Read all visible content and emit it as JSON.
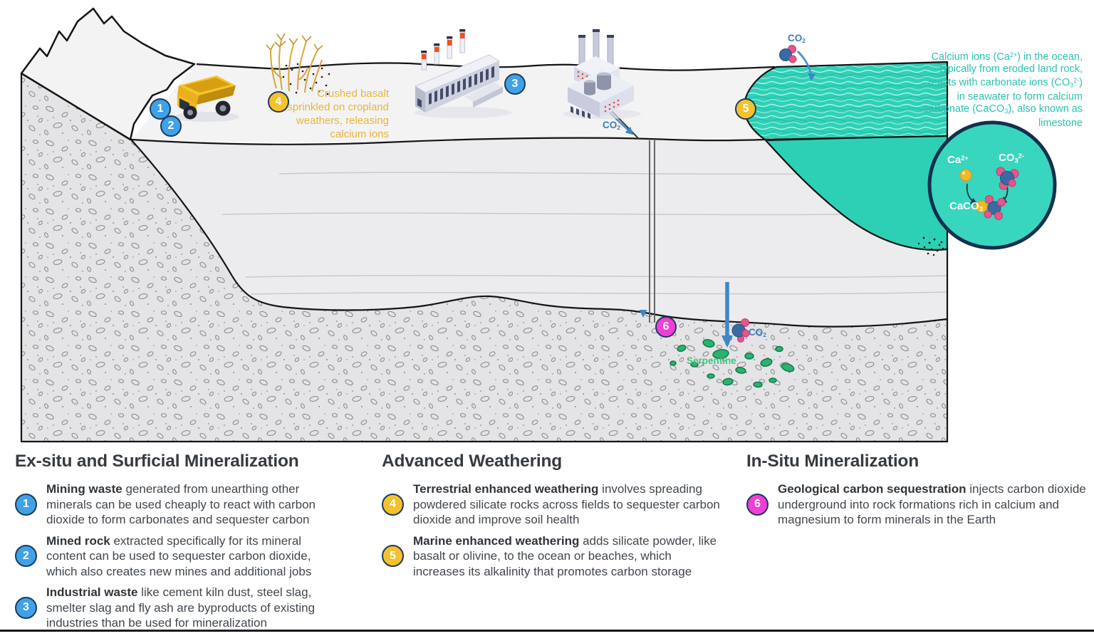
{
  "diagram": {
    "markers": [
      "1",
      "2",
      "3",
      "4",
      "5",
      "6"
    ],
    "co2": {
      "base": "CO",
      "sub": "2"
    },
    "serpentine_label": "Serpentine",
    "basalt_note": {
      "line1": "Crushed basalt",
      "line2": "sprinkled on cropland",
      "line3": "weathers, releasing",
      "line4": "calcium ions"
    },
    "ocean_note": {
      "l1a": "Calcium ions (Ca",
      "l1sup": "2+",
      "l1b": ") in the ocean,",
      "l2": "typically from eroded land rock,",
      "l3a": "reacts with carbonate ions (CO",
      "l3sub": "3",
      "l3sup": "2-",
      "l3b": ")",
      "l4": "in seawater to form calcium",
      "l5a": "carbonate (CaCO",
      "l5sub": "3",
      "l5b": "), also known as",
      "l6": "limestone"
    },
    "inset": {
      "ca_base": "Ca",
      "ca_sup": "2+",
      "co3_base": "CO",
      "co3_sub": "3",
      "co3_sup": "2-",
      "caco3_base": "CaCO",
      "caco3_sub": "3"
    }
  },
  "legend": {
    "sections": [
      {
        "title": "Ex-situ and Surficial Mineralization",
        "items": [
          {
            "num": "1",
            "lead": "Mining waste",
            "rest": " generated from unearthing other minerals can be used cheaply to react with carbon dioxide to form carbonates and sequester carbon"
          },
          {
            "num": "2",
            "lead": "Mined rock",
            "rest": " extracted specifically for its mineral content can be used to sequester carbon dioxide, which also creates new mines and additional jobs"
          },
          {
            "num": "3",
            "lead": "Industrial waste",
            "rest": " like cement kiln dust, steel slag, smelter slag and fly ash are byproducts of existing industries than be used for mineralization"
          }
        ]
      },
      {
        "title": "Advanced Weathering",
        "items": [
          {
            "num": "4",
            "lead": "Terrestrial enhanced weathering",
            "rest": " involves spreading powdered silicate rocks across fields to sequester carbon dioxide and improve soil health"
          },
          {
            "num": "5",
            "lead": "Marine enhanced weathering",
            "rest": " adds silicate powder, like basalt or olivine, to the ocean or beaches, which increases its alkalinity that promotes carbon storage"
          }
        ]
      },
      {
        "title": "In-Situ Mineralization",
        "items": [
          {
            "num": "6",
            "lead": "Geological carbon sequestration",
            "rest": " injects carbon dioxide underground into rock formations rich in calcium and magnesium to form minerals in the Earth"
          }
        ]
      }
    ]
  },
  "colors": {
    "teal": "#2ed0b5",
    "marker_blue": "#3fa2e9",
    "marker_yellow": "#f6c22b",
    "marker_magenta": "#ee3fd9",
    "co2_blue": "#3d7cc1",
    "serpentine_green": "#41c57f",
    "basalt_yellow": "#e9b43c"
  }
}
